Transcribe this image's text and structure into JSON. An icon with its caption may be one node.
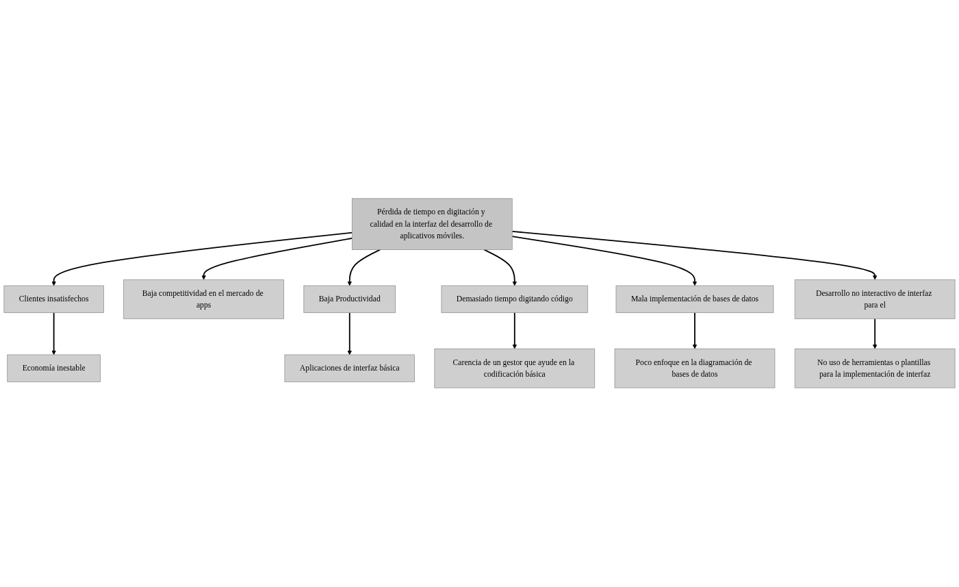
{
  "diagram": {
    "nodes": [
      {
        "text": [
          "Economía inestable"
        ]
      },
      {
        "text": [
          "Aplicaciones de interfaz básica"
        ]
      },
      {
        "text": [
          "Clientes insatisfechos"
        ]
      },
      {
        "text": [
          "Baja competitividad en el mercado de apps"
        ]
      },
      {
        "text": [
          "Baja Productividad"
        ]
      },
      {
        "text": [
          "Pérdida de tiempo en digitación y calidad en la interfaz del desarrollo de aplicativos móviles."
        ]
      },
      {
        "text": [
          "Demasiado tiempo digitando código"
        ]
      },
      {
        "text": [
          "Mala implementación de bases de datos"
        ]
      },
      {
        "text": [
          "Desarrollo no interactivo de interfaz para el"
        ]
      },
      {
        "text": [
          "Carencia de un gestor que ayude en la codificación básica"
        ]
      },
      {
        "text": [
          "Poco enfoque en la diagramación de bases de datos"
        ]
      },
      {
        "text": [
          "No uso de herramientas o plantillas para la implementación de interfaz"
        ]
      }
    ],
    "edges": [
      {
        "from": 2,
        "to": 0,
        "arrow": "to"
      },
      {
        "from": 4,
        "to": 1,
        "arrow": "to"
      },
      {
        "from": 5,
        "to": 2,
        "arrow": "to"
      },
      {
        "from": 5,
        "to": 3,
        "arrow": "to"
      },
      {
        "from": 5,
        "to": 4,
        "arrow": "to"
      },
      {
        "from": 5,
        "to": 6,
        "arrow": "to"
      },
      {
        "from": 5,
        "to": 7,
        "arrow": "to"
      },
      {
        "from": 5,
        "to": 8,
        "arrow": "to"
      },
      {
        "from": 6,
        "to": 9,
        "arrow": "to"
      },
      {
        "from": 7,
        "to": 10,
        "arrow": "to"
      },
      {
        "from": 8,
        "to": 11,
        "arrow": "to"
      }
    ]
  }
}
